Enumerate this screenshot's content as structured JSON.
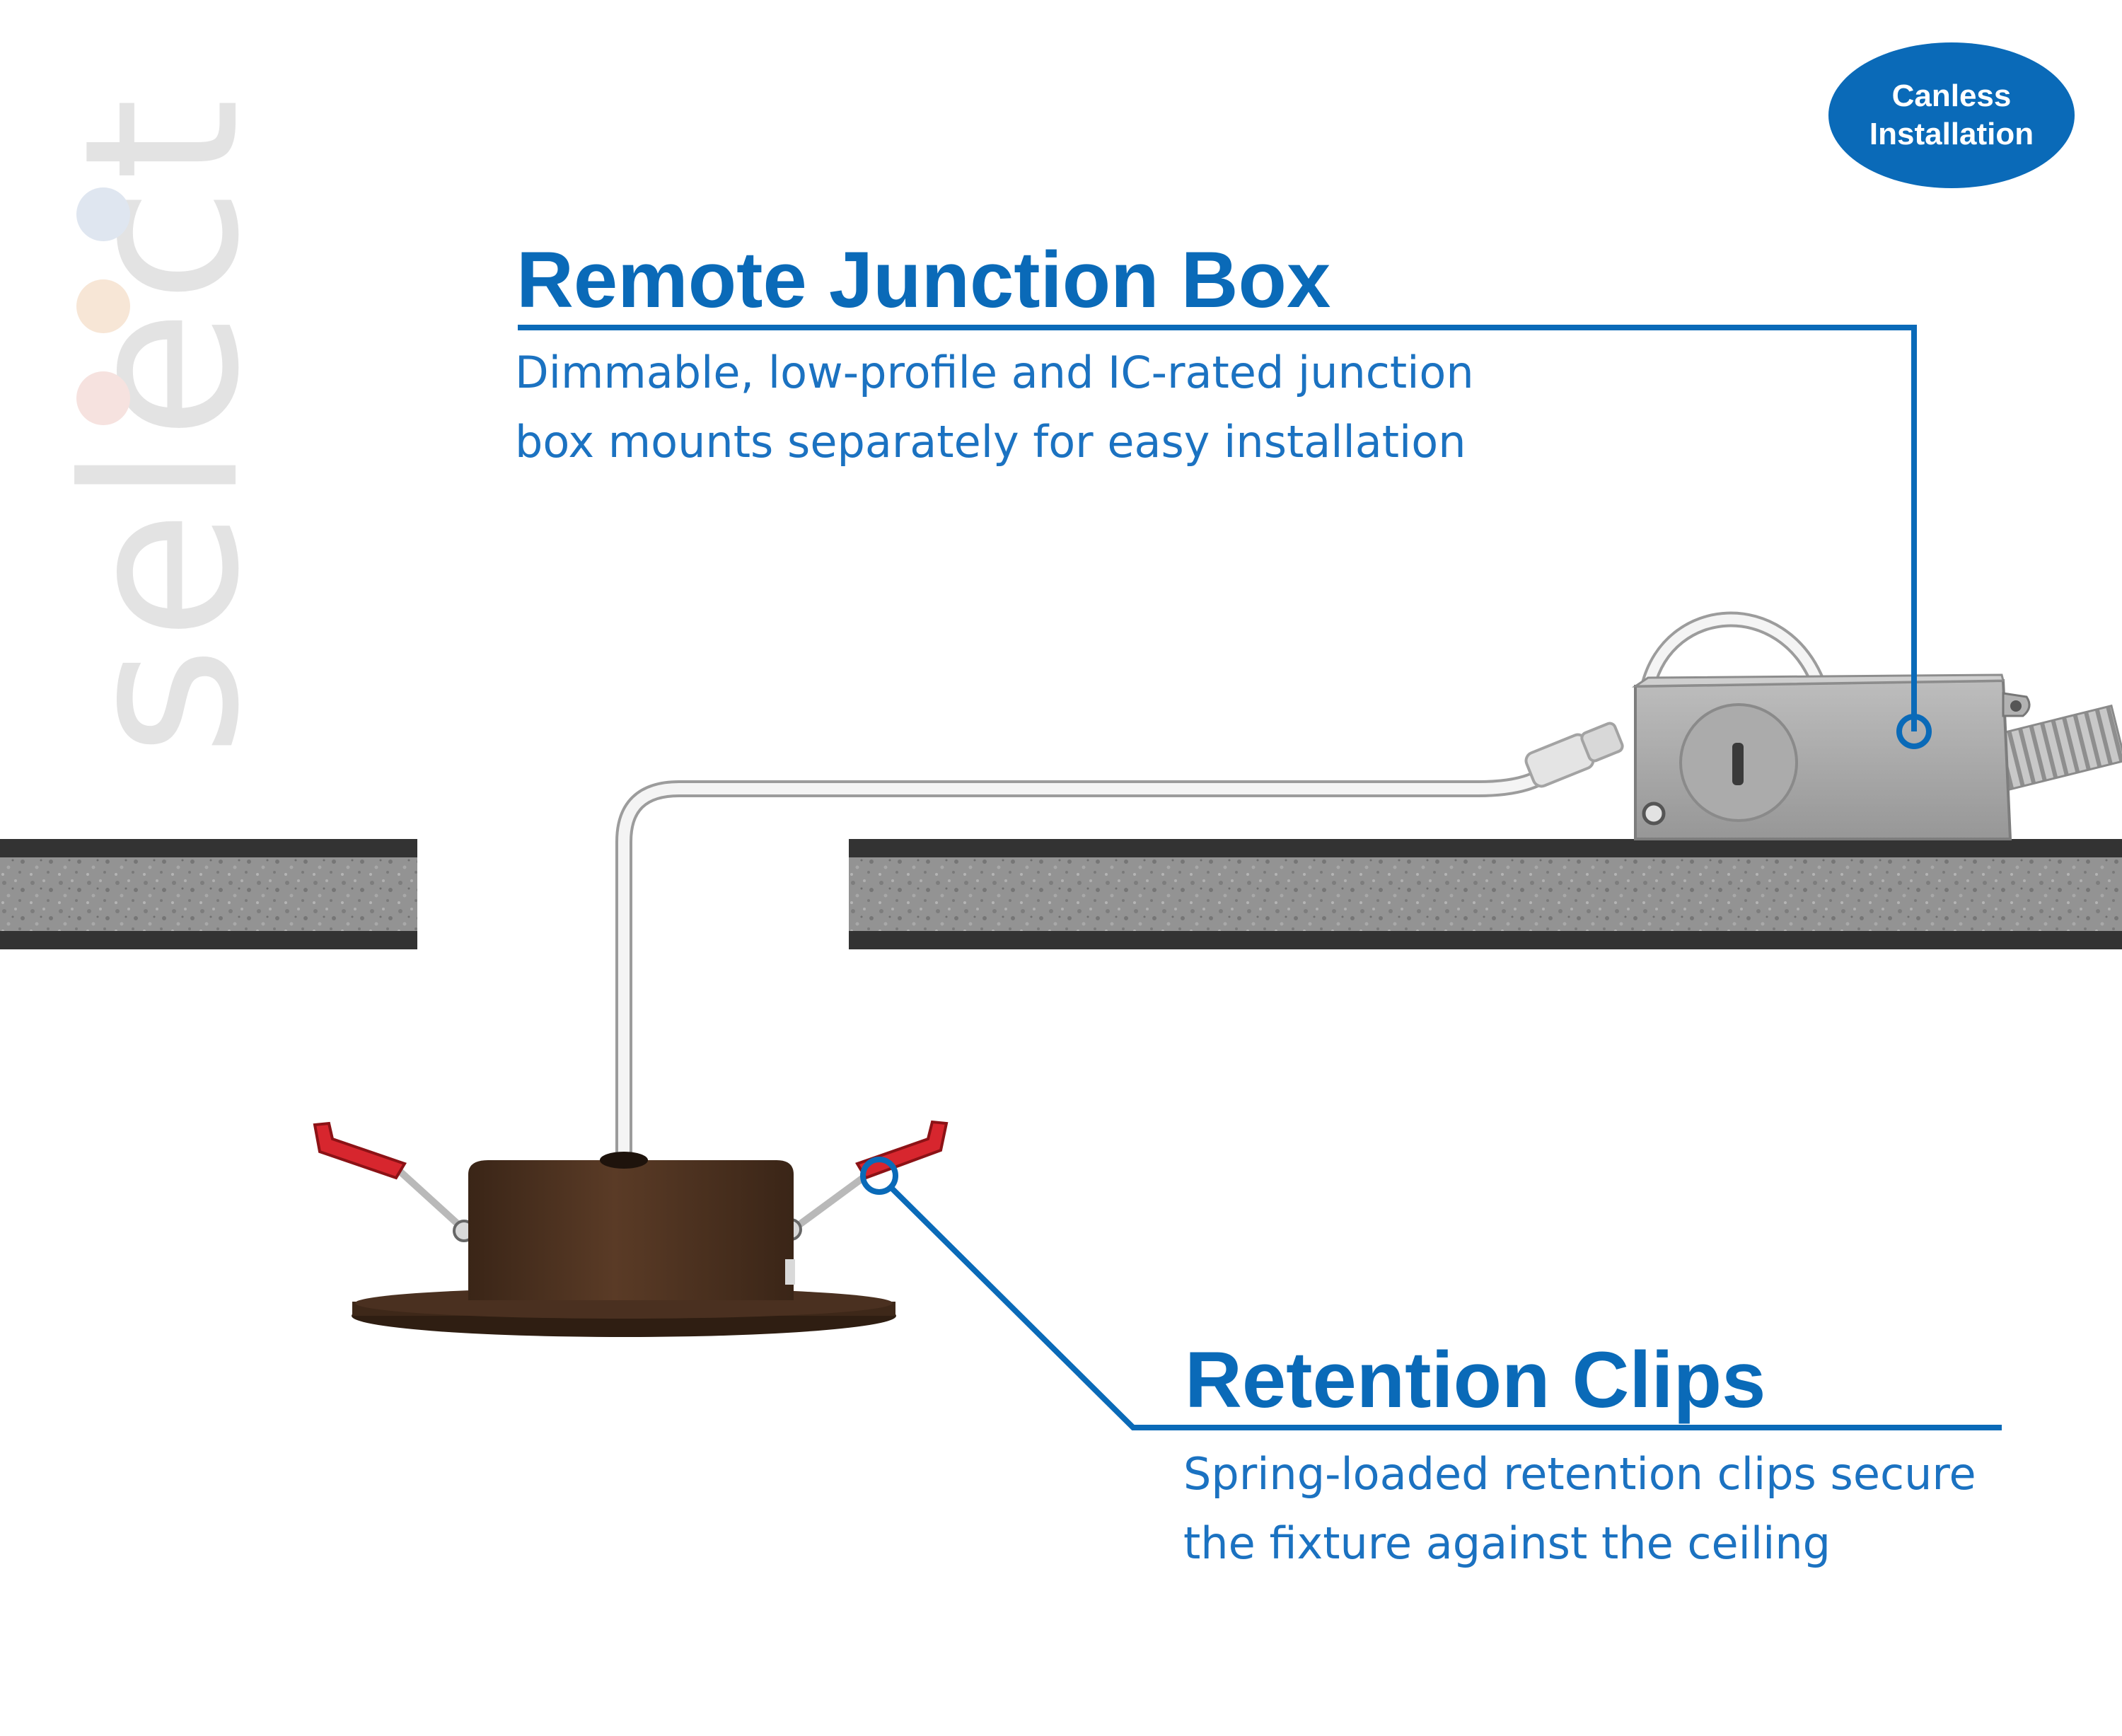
{
  "badge": {
    "label": "Canless\nInstallation"
  },
  "brand": {
    "wordmark": "select",
    "dot_colors": [
      "#dfe6f0",
      "#f7e6d6",
      "#f6e2df"
    ]
  },
  "callouts": {
    "junction_box": {
      "title": "Remote Junction Box",
      "description_line1": "Dimmable, low-profile and IC-rated junction",
      "description_line2": "box mounts separately for easy installation"
    },
    "retention_clips": {
      "title": "Retention Clips",
      "description_line1": "Spring-loaded retention clips secure",
      "description_line2": "the fixture against the ceiling"
    }
  },
  "colors": {
    "accent_blue": "#0a6ab8",
    "text_blue": "#1b72c1",
    "fixture_bronze": "#4a3020",
    "clip_red": "#d7262e",
    "ceiling_drywall": "#8f8f8f",
    "ceiling_edge": "#333333",
    "junction_box_metal": "#a9a9a9"
  }
}
